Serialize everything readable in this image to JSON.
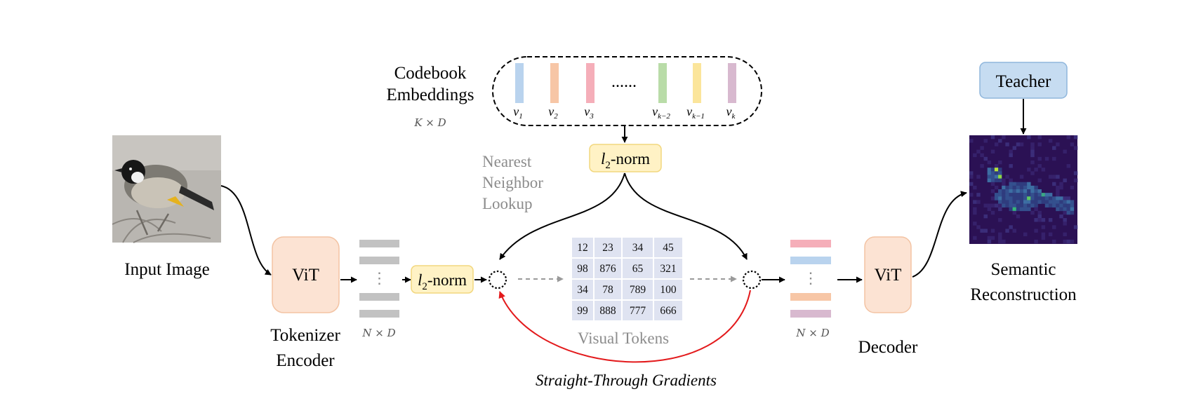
{
  "labels": {
    "input_image": "Input Image",
    "tokenizer_encoder_line1": "Tokenizer",
    "tokenizer_encoder_line2": "Encoder",
    "decoder": "Decoder",
    "semantic_line1": "Semantic",
    "semantic_line2": "Reconstruction",
    "vit_encoder": "ViT",
    "vit_decoder": "ViT",
    "teacher": "Teacher",
    "codebook_line1": "Codebook",
    "codebook_line2": "Embeddings",
    "codebook_dim": "K × D",
    "nearest_line1": "Nearest",
    "nearest_line2": "Neighbor",
    "nearest_line3": "Lookup",
    "encoder_dim": "N × D",
    "decoder_dim": "N × D",
    "visual_tokens": "Visual Tokens",
    "straight_through": "Straight-Through Gradients",
    "norm_l": "l",
    "norm_sub": "2",
    "norm_suffix": "-norm",
    "codebook_ellipsis": "......",
    "vertical_ellipsis": "⋮"
  },
  "codebook_vectors": [
    {
      "base": "v",
      "sub": "1",
      "color": "#b9d3ee"
    },
    {
      "base": "v",
      "sub": "2",
      "color": "#f7c6a6"
    },
    {
      "base": "v",
      "sub": "3",
      "color": "#f5aeb9"
    },
    {
      "base": "v",
      "sub": "k−2",
      "color": "#b9dca8"
    },
    {
      "base": "v",
      "sub": "k−1",
      "color": "#fbe59b"
    },
    {
      "base": "v",
      "sub": "k",
      "color": "#d8b9cf"
    }
  ],
  "visual_token_grid": [
    [
      "12",
      "23",
      "34",
      "45"
    ],
    [
      "98",
      "876",
      "65",
      "321"
    ],
    [
      "34",
      "78",
      "789",
      "100"
    ],
    [
      "99",
      "888",
      "777",
      "666"
    ]
  ],
  "decoder_token_colors": [
    "#f5aeb9",
    "#b9d3ee",
    "#f7c6a6",
    "#d8b9cf"
  ],
  "colors": {
    "vit_fill": "#fce3d3",
    "vit_stroke": "#f3c3a3",
    "norm_fill": "#fff2c5",
    "norm_stroke": "#f2d77e",
    "teacher_fill": "#c6dcf1",
    "teacher_stroke": "#8fb6dc",
    "token_gray": "#c2c2c2",
    "grid_fill": "#dfe3f1",
    "gradient_arrow": "#e31a1c",
    "heatmap_bg": "#2b1154"
  },
  "icons": [
    "bird-photo",
    "attention-heatmap"
  ]
}
